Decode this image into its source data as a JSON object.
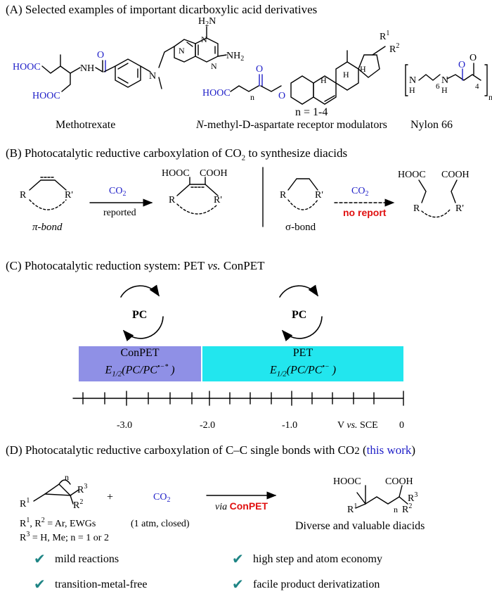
{
  "sectionA": {
    "title": "(A) Selected examples of important dicarboxylic acid derivatives",
    "methotrexate": {
      "caption": "Methotrexate",
      "cooh_top": "HOOC",
      "cooh_bottom": "HOOC",
      "nh": "NH",
      "nh2_top": "H2N",
      "nh2_right": "NH2"
    },
    "steroid": {
      "caption": "N-methyl-D-aspartate receptor modulators",
      "n_range": "n = 1-4",
      "cooh": "HOOC",
      "n": "n",
      "r1": "R1",
      "r2": "R2",
      "h": "H"
    },
    "nylon": {
      "caption": "Nylon 66",
      "n": "n",
      "six": "6",
      "four": "4"
    }
  },
  "sectionB": {
    "title": "(B) Photocatalytic reductive carboxylation of CO2 to synthesize diacids",
    "pi_bond": "π-bond",
    "sigma_bond": "σ-bond",
    "co2_left": "CO2",
    "co2_right": "CO2",
    "reported": "reported",
    "no_report": "no report",
    "hooc": "HOOC",
    "cooh": "COOH",
    "r": "R",
    "r_prime": "R'"
  },
  "sectionC": {
    "title": "(C) Photocatalytic reduction system: PET vs. ConPET",
    "pc_left": "PC",
    "pc_right": "PC",
    "conpet_label": "ConPET",
    "conpet_formula": "E1/2(PC/PC•−*)",
    "pet_label": "PET",
    "pet_formula": "E1/2(PC/PC•−)",
    "ticks": [
      "-3.0",
      "-2.0",
      "-1.0",
      "0"
    ],
    "unit": "V vs. SCE",
    "colors": {
      "conpet": "#8f90e6",
      "pet": "#22e6ee"
    }
  },
  "sectionD": {
    "title": "(D) Photocatalytic reductive carboxylation of C–C single bonds with CO2 (this work)",
    "plus": "+",
    "co2": "CO2",
    "co2_cond": "(1 atm, closed)",
    "via": "via",
    "conpet": "ConPET",
    "r_def1": "R1, R2 = Ar, EWGs",
    "r_def2": "R3 = H, Me; n = 1 or 2",
    "product_caption": "Diverse and valuable diacids",
    "features": [
      "mild reactions",
      "high step and atom economy",
      "transition-metal-free",
      "facile product derivatization"
    ],
    "check_color": "#1f8585"
  },
  "colors": {
    "blue": "#2020c8",
    "red": "#e01010"
  }
}
